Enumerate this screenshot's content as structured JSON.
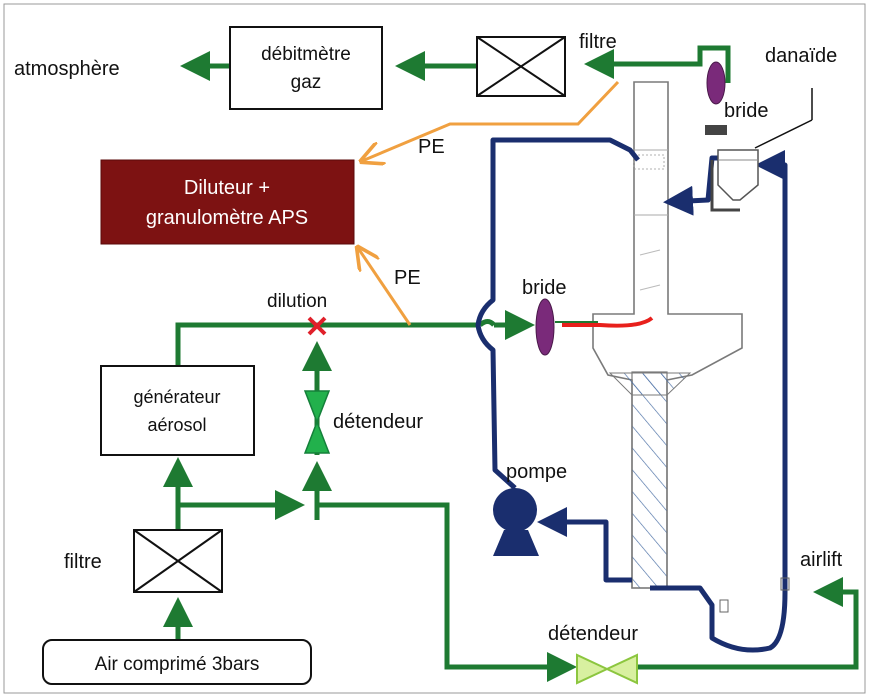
{
  "diagram": {
    "labels": {
      "atmosphere": "atmosphère",
      "debitmetre_line1": "débitmètre",
      "debitmetre_line2": "gaz",
      "filtre_top": "filtre",
      "danaide": "danaïde",
      "bride_top": "bride",
      "pe_top": "PE",
      "diluteur_line1": "Diluteur +",
      "diluteur_line2": "granulomètre APS",
      "pe_mid": "PE",
      "dilution": "dilution",
      "bride_mid": "bride",
      "generateur_line1": "générateur",
      "generateur_line2": "aérosol",
      "detendeur_mid": "détendeur",
      "pompe": "pompe",
      "filtre_bottom": "filtre",
      "airlift": "airlift",
      "detendeur_bottom": "détendeur",
      "air_comprime": "Air comprimé 3bars"
    },
    "colors": {
      "gas_line": "#1e7a32",
      "liquid_line": "#1a2e6e",
      "pe_line": "#f0a040",
      "diluteur_fill": "#7d1212",
      "bride_fill": "#7a2a7a",
      "valve_green": "#22b14c",
      "valve_light": "#d8f0a0",
      "dilution_marker": "#e0202a",
      "hot_line": "#e8201c"
    }
  }
}
